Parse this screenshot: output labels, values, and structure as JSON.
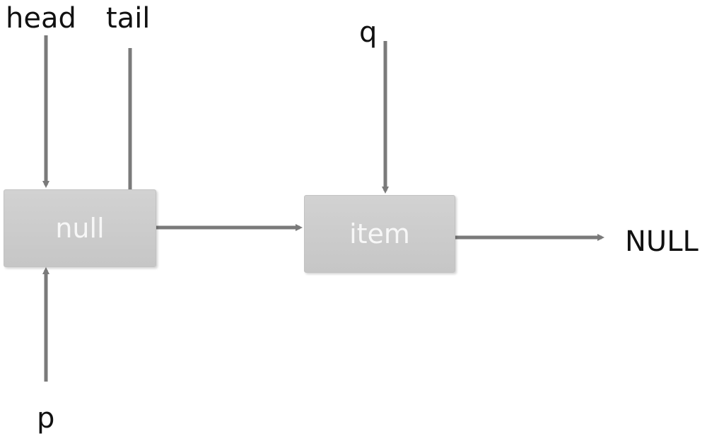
{
  "pointers": {
    "head": "head",
    "tail": "tail",
    "q": "q",
    "p": "p"
  },
  "nodes": {
    "first": "null",
    "second": "item"
  },
  "terminal": "NULL",
  "colors": {
    "arrow": "#7a7a7a",
    "node_fill": "#cbcbcb",
    "node_text": "#f7f7f7",
    "label_text": "#111111"
  }
}
